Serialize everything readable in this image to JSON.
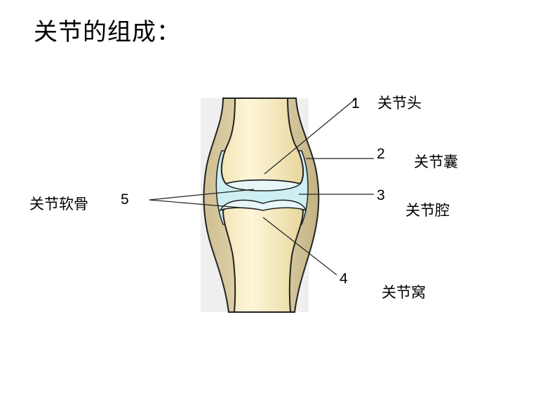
{
  "title": "关节的组成：",
  "parts": [
    {
      "number": "1",
      "name": "关节头"
    },
    {
      "number": "2",
      "name": "关节囊"
    },
    {
      "number": "3",
      "name": "关节腔"
    },
    {
      "number": "4",
      "name": "关节窝"
    },
    {
      "number": "5",
      "name": "关节软骨"
    }
  ],
  "colors": {
    "bone": "#fbf1c9",
    "bone_shade": "#ead9a0",
    "capsule": "#d8caa1",
    "capsule_shade": "#b9a87b",
    "synovial": "#cdeef2",
    "cartilage": "#e2f3f5",
    "outline": "#222222"
  }
}
